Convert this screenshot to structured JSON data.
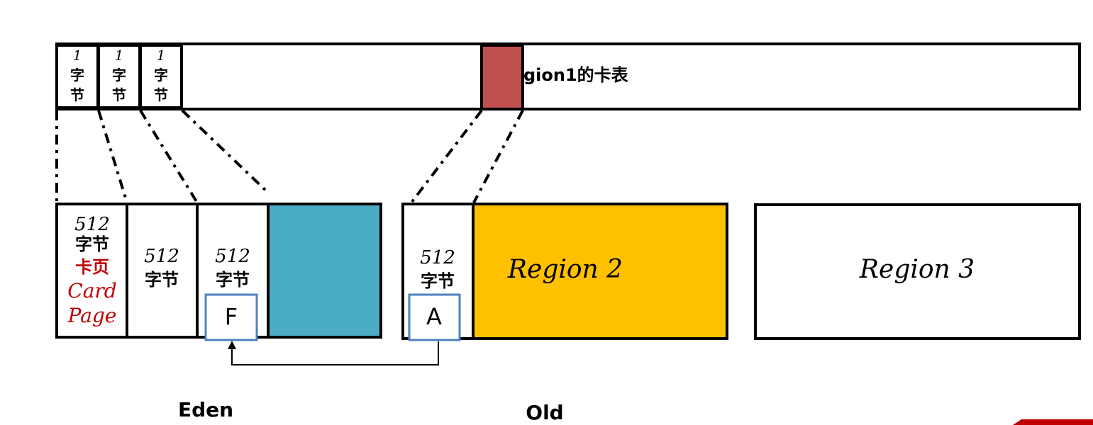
{
  "card_table": {
    "label": "gion1的卡表",
    "cells": [
      {
        "num": "1",
        "unit_line1": "字",
        "unit_line2": "节"
      },
      {
        "num": "1",
        "unit_line1": "字",
        "unit_line2": "节"
      },
      {
        "num": "1",
        "unit_line1": "字",
        "unit_line2": "节"
      }
    ],
    "dirty_cell_color": "#c0504d"
  },
  "region1": {
    "pages": [
      {
        "num": "512",
        "unit": "字节",
        "name_cn": "卡页",
        "name_en_1": "Card",
        "name_en_2": "Page"
      },
      {
        "num": "512",
        "unit": "字节"
      },
      {
        "num": "512",
        "unit": "字节",
        "object": "F"
      }
    ],
    "fill_color": "#4bacc6",
    "caption": "Eden"
  },
  "region2": {
    "page": {
      "num": "512",
      "unit": "字节",
      "object": "A"
    },
    "label": "Region 2",
    "fill_color": "#ffc000",
    "caption": "Old"
  },
  "region3": {
    "label": "Region 3"
  },
  "colors": {
    "object_border": "#4f81bd",
    "highlight_red": "#c00000"
  }
}
